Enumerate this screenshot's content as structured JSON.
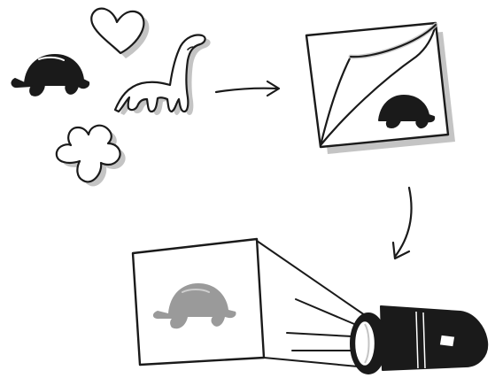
{
  "colors": {
    "ink": "#1a1a1a",
    "shadow": "#c4c4c4",
    "projected": "#9a9a9a",
    "paper": "#ffffff"
  },
  "icons": {
    "turtle": "turtle-shape-icon",
    "heart": "heart-shape-icon",
    "dinosaur": "dinosaur-shape-icon",
    "cloud": "cloud-shape-icon",
    "folded_paper": "folded-paper-icon",
    "flashlight": "flashlight-icon"
  },
  "steps": [
    "shapes",
    "fold-reveal",
    "projection"
  ]
}
